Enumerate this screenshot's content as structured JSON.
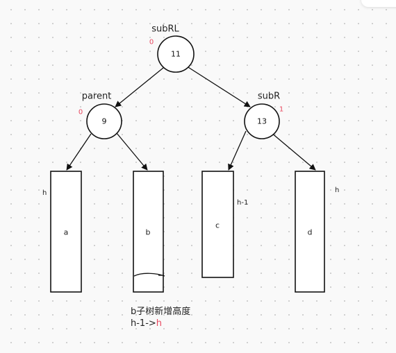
{
  "nodes": {
    "subRL": {
      "name": "subRL",
      "value": "11",
      "balance": "0"
    },
    "parent": {
      "name": "parent",
      "value": "9",
      "balance": "0"
    },
    "subR": {
      "name": "subR",
      "value": "13",
      "balance": "1"
    }
  },
  "subtrees": {
    "a": {
      "label": "a",
      "height": "h"
    },
    "b": {
      "label": "b"
    },
    "c": {
      "label": "c",
      "height": "h-1"
    },
    "d": {
      "label": "d",
      "height": "h"
    }
  },
  "note": {
    "line1": "b子树新增高度",
    "line2_prefix": "h-1->",
    "line2_highlight": "h"
  },
  "colors": {
    "balance_factor": "#e8475f",
    "stroke": "#111111"
  }
}
